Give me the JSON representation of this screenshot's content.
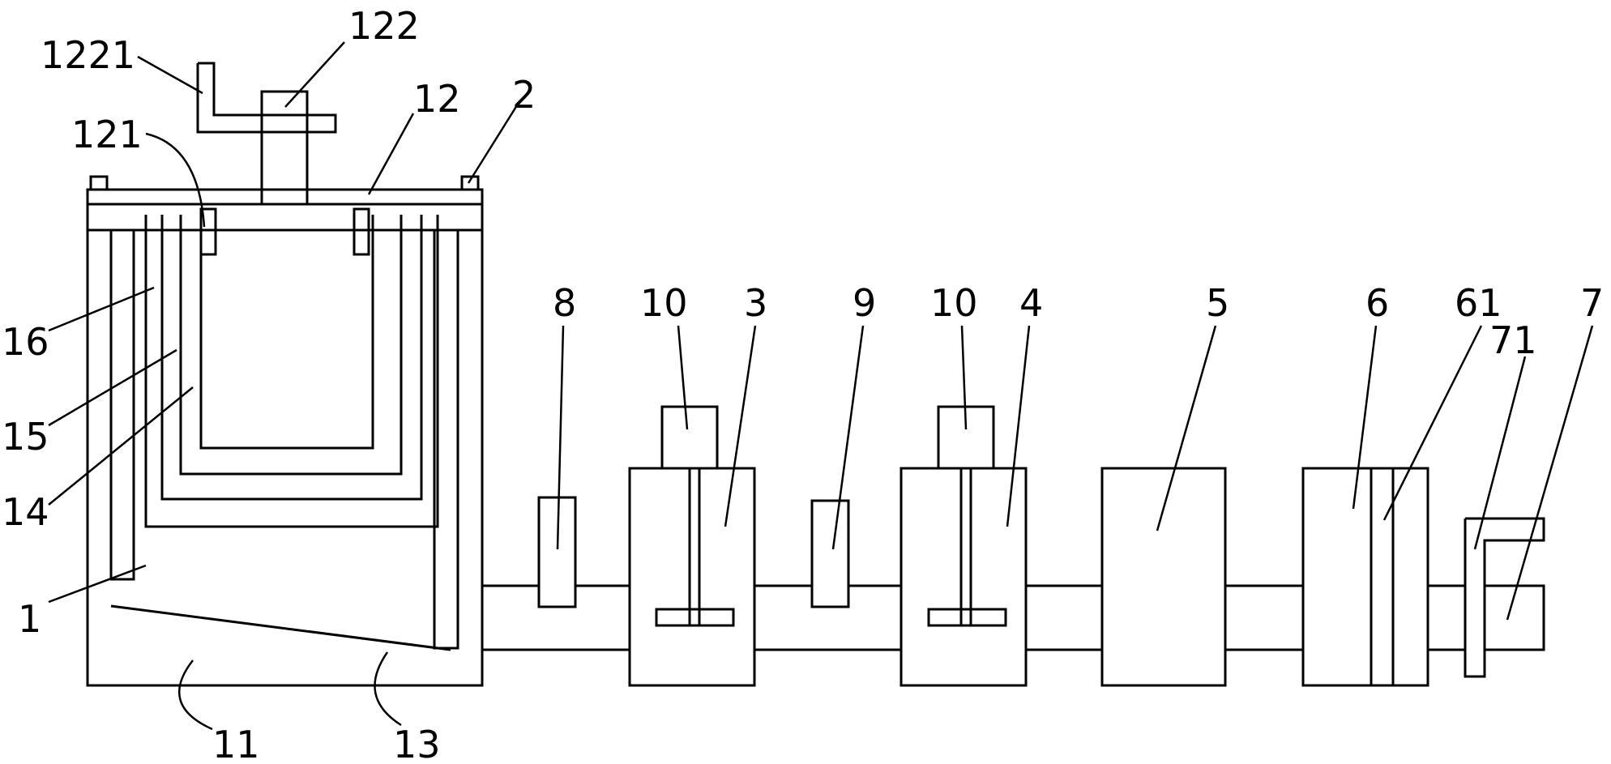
{
  "labels": {
    "l1221": "1221",
    "l122": "122",
    "l121": "121",
    "l12": "12",
    "l2": "2",
    "l16": "16",
    "l15": "15",
    "l14": "14",
    "l1": "1",
    "l11": "11",
    "l13": "13",
    "l8": "8",
    "l10a": "10",
    "l3": "3",
    "l9": "9",
    "l10b": "10",
    "l4": "4",
    "l5": "5",
    "l6": "6",
    "l61": "61",
    "l71": "71",
    "l7": "7"
  }
}
